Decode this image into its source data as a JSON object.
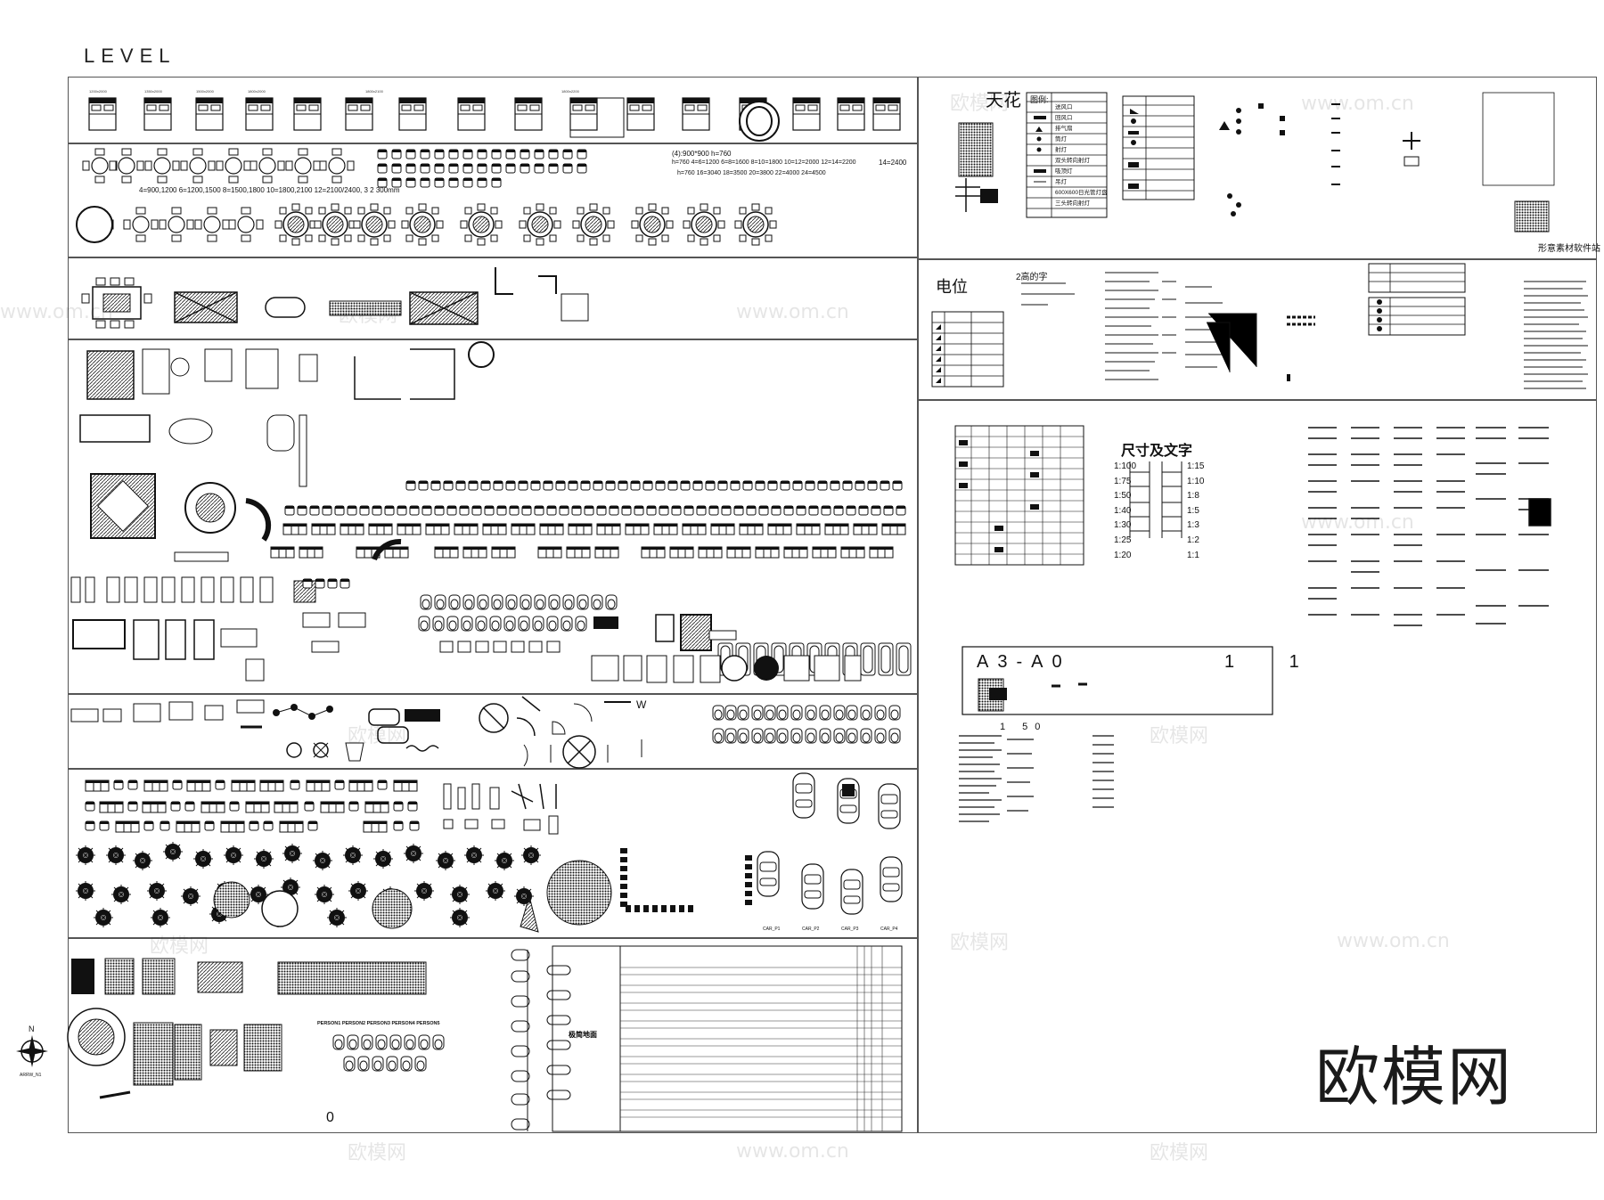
{
  "header": {
    "level_label": "LEVEL"
  },
  "furniture": {
    "table_formulas_row1": "4=900,1200   6=1200,1500   8=1500,1800     10=1800,2100    12=2100/2400,  3 2   300mm",
    "table_formulas_right1": "(4):900*900 h=760",
    "table_formulas_right2": "h=760    4=6=1200  6=8=1600  8=10=1800  10=12=2000  12=14=2200",
    "table_formulas_right3": "h=760    16=3040   18=3500   20=3800   22=4000   24=4500",
    "table_formulas_14": "14=2400",
    "west_marker": "W",
    "zero_label": "0",
    "car_labels": [
      "CAR_P1",
      "CAR_P2",
      "CAR_P3",
      "CAR_P4"
    ],
    "persons_row": "PERSON1 PERSON2 PERSON3 PERSON4 PERSON5",
    "north_label": "N",
    "north_caption": "ARRW_N1"
  },
  "symbols": {
    "ceiling_title": "天花",
    "legend_title": "图例:",
    "ceiling_legend": [
      "送风口",
      "回风口",
      "排气扇",
      "筒灯",
      "射灯",
      "双头转向射灯",
      "吸顶灯",
      "吊灯",
      "600X600日光管灯盘",
      "三头转向射灯"
    ],
    "elec_title": "电位",
    "text_height_title": "2高的字",
    "dim_title": "尺寸及文字",
    "scale_left": [
      "1:100",
      "1:75",
      "1:50",
      "1:40",
      "1:30",
      "1:25",
      "1:20"
    ],
    "scale_right": [
      "1:15",
      "1:10",
      "1:8",
      "1:5",
      "1:3",
      "1:2",
      "1:1"
    ],
    "sheet_size": "A3-A0",
    "sheet_scale": "1 1",
    "sheet_scale_sub": "1 50",
    "site_credit": "形意素材软件站"
  },
  "watermark": {
    "brand": "欧模网",
    "faint_cn": "欧模网",
    "faint_url": "www.om.cn"
  }
}
